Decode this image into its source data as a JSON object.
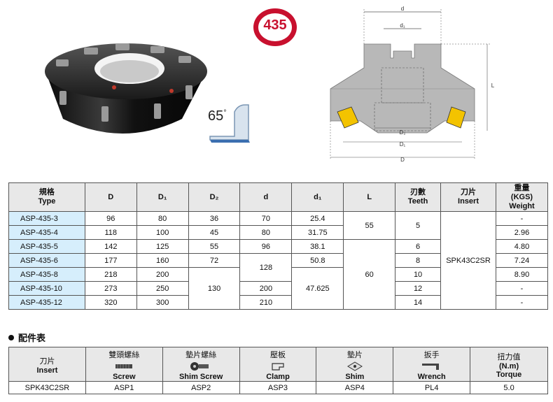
{
  "badge": {
    "series": "435"
  },
  "angle": {
    "value": "65",
    "unit": "°"
  },
  "diagram": {
    "labels": {
      "d": "d",
      "d1": "d₁",
      "D2": "D₂",
      "D1": "D₁",
      "D": "D",
      "L": "L"
    }
  },
  "main_table": {
    "headers": [
      {
        "cn": "規格",
        "en": "Type"
      },
      {
        "cn": "",
        "en": "D"
      },
      {
        "cn": "",
        "en": "D₁"
      },
      {
        "cn": "",
        "en": "D₂"
      },
      {
        "cn": "",
        "en": "d"
      },
      {
        "cn": "",
        "en": "d₁"
      },
      {
        "cn": "",
        "en": "L"
      },
      {
        "cn": "刃數",
        "en": "Teeth"
      },
      {
        "cn": "刀片",
        "en": "Insert"
      },
      {
        "cn": "重量",
        "en2": "(KGS)",
        "en": "Weight"
      }
    ],
    "rows": [
      {
        "type": "ASP-435-3",
        "D": "96",
        "D1": "80",
        "D2": "36",
        "d": "70",
        "d1": "25.4",
        "L": "55",
        "teeth": "5",
        "weight": "-"
      },
      {
        "type": "ASP-435-4",
        "D": "118",
        "D1": "100",
        "D2": "45",
        "d": "80",
        "d1": "31.75",
        "L": "",
        "teeth": "",
        "weight": "2.96"
      },
      {
        "type": "ASP-435-5",
        "D": "142",
        "D1": "125",
        "D2": "55",
        "d": "96",
        "d1": "38.1",
        "L": "60",
        "teeth": "6",
        "weight": "4.80"
      },
      {
        "type": "ASP-435-6",
        "D": "177",
        "D1": "160",
        "D2": "72",
        "d": "128",
        "d1": "50.8",
        "L": "",
        "teeth": "8",
        "weight": "7.24"
      },
      {
        "type": "ASP-435-8",
        "D": "218",
        "D1": "200",
        "D2": "130",
        "d": "",
        "d1": "",
        "L": "",
        "teeth": "10",
        "weight": "8.90"
      },
      {
        "type": "ASP-435-10",
        "D": "273",
        "D1": "250",
        "D2": "",
        "d": "200",
        "d1": "47.625",
        "L": "",
        "teeth": "12",
        "weight": "-"
      },
      {
        "type": "ASP-435-12",
        "D": "320",
        "D1": "300",
        "D2": "",
        "d": "210",
        "d1": "",
        "L": "",
        "teeth": "14",
        "weight": "-"
      }
    ],
    "insert": "SPK43C2SR"
  },
  "accessory": {
    "title": "配件表",
    "headers": [
      {
        "cn": "刀片",
        "en": "Insert",
        "icon": ""
      },
      {
        "cn": "雙頭螺絲",
        "en": "Screw",
        "icon": "double-screw-icon"
      },
      {
        "cn": "墊片螺絲",
        "en": "Shim Screw",
        "icon": "shim-screw-icon"
      },
      {
        "cn": "壓板",
        "en": "Clamp",
        "icon": "clamp-icon"
      },
      {
        "cn": "墊片",
        "en": "Shim",
        "icon": "shim-icon"
      },
      {
        "cn": "扳手",
        "en": "Wrench",
        "icon": "wrench-icon"
      },
      {
        "cn": "扭力值",
        "en2": "(N.m)",
        "en": "Torque",
        "icon": ""
      }
    ],
    "values": [
      "SPK43C2SR",
      "ASP1",
      "ASP2",
      "ASP3",
      "ASP4",
      "PL4",
      "5.0"
    ]
  }
}
